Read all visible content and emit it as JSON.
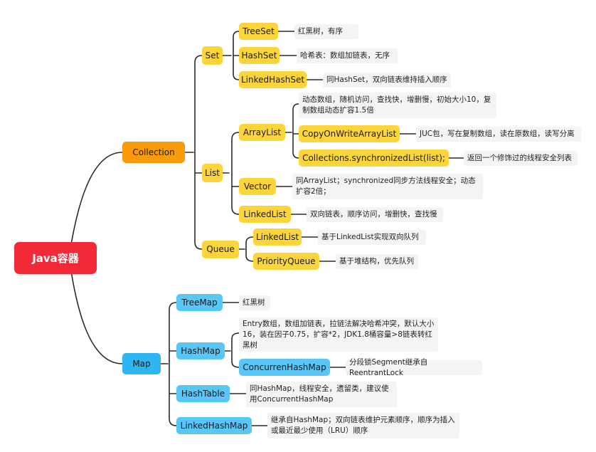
{
  "root": {
    "label": "Java容器"
  },
  "colors": {
    "root": "#f22a38",
    "collection_branch": "#fb9a0a",
    "map_branch": "#2eb6f2",
    "collection_children": "#fcd53c",
    "map_children": "#58c6f7",
    "line": "#2b2b2b",
    "note_bg": "#f4f4f4"
  },
  "collection": {
    "label": "Collection",
    "set": {
      "label": "Set",
      "treeset": {
        "label": "TreeSet",
        "note": "红黑树，有序"
      },
      "hashset": {
        "label": "HashSet",
        "note": "哈希表：数组加链表，无序"
      },
      "linkedhashset": {
        "label": "LinkedHashSet",
        "note": "同HashSet，双向链表维持插入顺序"
      }
    },
    "list": {
      "label": "List",
      "arraylist": {
        "label": "ArrayList",
        "note": "动态数组，随机访问，查找快，增删慢，初始大小10，复制数组动态扩容1.5倍",
        "cow": {
          "label": "CopyOnWriteArrayList",
          "note": "JUC包，写在复制数组，读在原数组，读写分离"
        },
        "sync": {
          "label": "Collections.synchronizedList(list);",
          "note": "返回一个修饰过的线程安全列表"
        }
      },
      "vector": {
        "label": "Vector",
        "note": "同ArrayList；synchronized同步方法线程安全；动态扩容2倍；"
      },
      "linkedlist": {
        "label": "LinkedList",
        "note": "双向链表，顺序访问，增删快，查找慢"
      }
    },
    "queue": {
      "label": "Queue",
      "linkedlist": {
        "label": "LinkedList",
        "note": "基于LinkedList实现双向队列"
      },
      "priorityqueue": {
        "label": "PriorityQueue",
        "note": "基于堆结构，优先队列"
      }
    }
  },
  "map": {
    "label": "Map",
    "treemap": {
      "label": "TreeMap",
      "note": "红黑树"
    },
    "hashmap": {
      "label": "HashMap",
      "note": "Entry数组，数组加链表，拉链法解决哈希冲突，默认大小16，装在因子0.75，扩容*2，JDK1.8桶容量>8链表转红黑树",
      "chm": {
        "label": "ConcurrenHashMap",
        "note": "分段锁Segment继承自ReentrantLock"
      }
    },
    "hashtable": {
      "label": "HashTable",
      "note": "同HashMap，线程安全，遗留类，建议使用ConcurrentHashMap"
    },
    "linkedhashmap": {
      "label": "LinkedHashMap",
      "note": "继承自HashMap；双向链表维护元素顺序，顺序为插入或最近最少使用（LRU）顺序"
    }
  }
}
